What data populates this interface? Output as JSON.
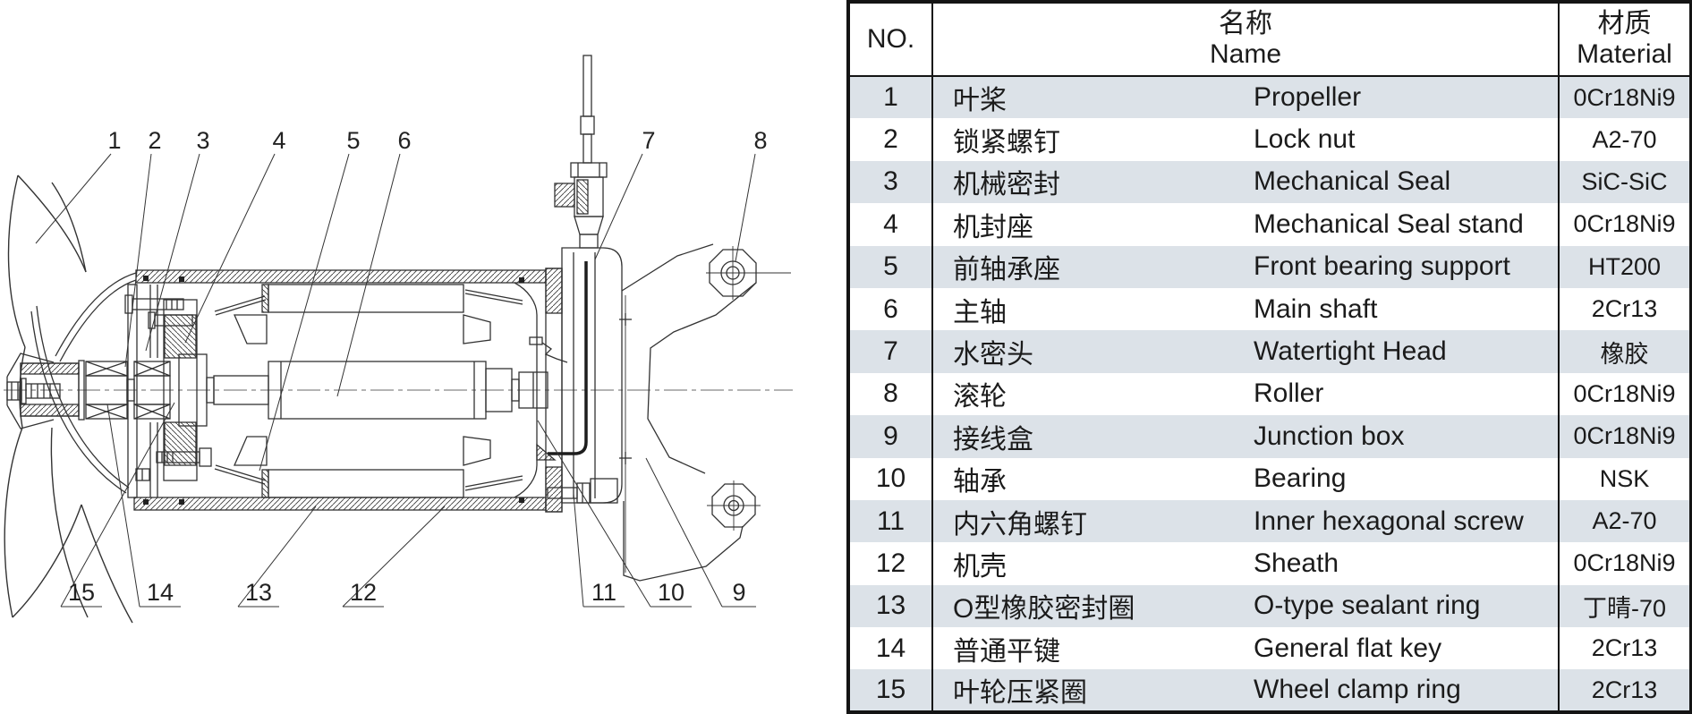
{
  "diagram": {
    "callouts": [
      "1",
      "2",
      "3",
      "4",
      "5",
      "6",
      "7",
      "8",
      "9",
      "10",
      "11",
      "12",
      "13",
      "14",
      "15"
    ]
  },
  "table": {
    "header": {
      "no": "NO.",
      "name_cn": "名称",
      "name_en": "Name",
      "material_cn": "材质",
      "material_en": "Material"
    },
    "rows": [
      {
        "no": "1",
        "cn": "叶桨",
        "en": "Propeller",
        "material": "0Cr18Ni9"
      },
      {
        "no": "2",
        "cn": "锁紧螺钉",
        "en": "Lock nut",
        "material": "A2-70"
      },
      {
        "no": "3",
        "cn": "机械密封",
        "en": "Mechanical Seal",
        "material": "SiC-SiC"
      },
      {
        "no": "4",
        "cn": "机封座",
        "en": "Mechanical Seal stand",
        "material": "0Cr18Ni9"
      },
      {
        "no": "5",
        "cn": "前轴承座",
        "en": "Front bearing support",
        "material": "HT200"
      },
      {
        "no": "6",
        "cn": "主轴",
        "en": "Main shaft",
        "material": "2Cr13"
      },
      {
        "no": "7",
        "cn": "水密头",
        "en": "Watertight Head",
        "material": "橡胶"
      },
      {
        "no": "8",
        "cn": "滚轮",
        "en": "Roller",
        "material": "0Cr18Ni9"
      },
      {
        "no": "9",
        "cn": "接线盒",
        "en": "Junction box",
        "material": "0Cr18Ni9"
      },
      {
        "no": "10",
        "cn": "轴承",
        "en": "Bearing",
        "material": "NSK"
      },
      {
        "no": "11",
        "cn": "内六角螺钉",
        "en": "Inner hexagonal screw",
        "material": "A2-70"
      },
      {
        "no": "12",
        "cn": "机壳",
        "en": "Sheath",
        "material": "0Cr18Ni9"
      },
      {
        "no": "13",
        "cn": "O型橡胶密封圈",
        "en": "O-type sealant ring",
        "material": "丁晴-70"
      },
      {
        "no": "14",
        "cn": "普通平键",
        "en": "General flat key",
        "material": "2Cr13"
      },
      {
        "no": "15",
        "cn": "叶轮压紧圈",
        "en": "Wheel clamp ring",
        "material": "2Cr13"
      }
    ]
  },
  "colors": {
    "row_shade": "#dce2e8",
    "line": "#333333",
    "border": "#141414"
  }
}
